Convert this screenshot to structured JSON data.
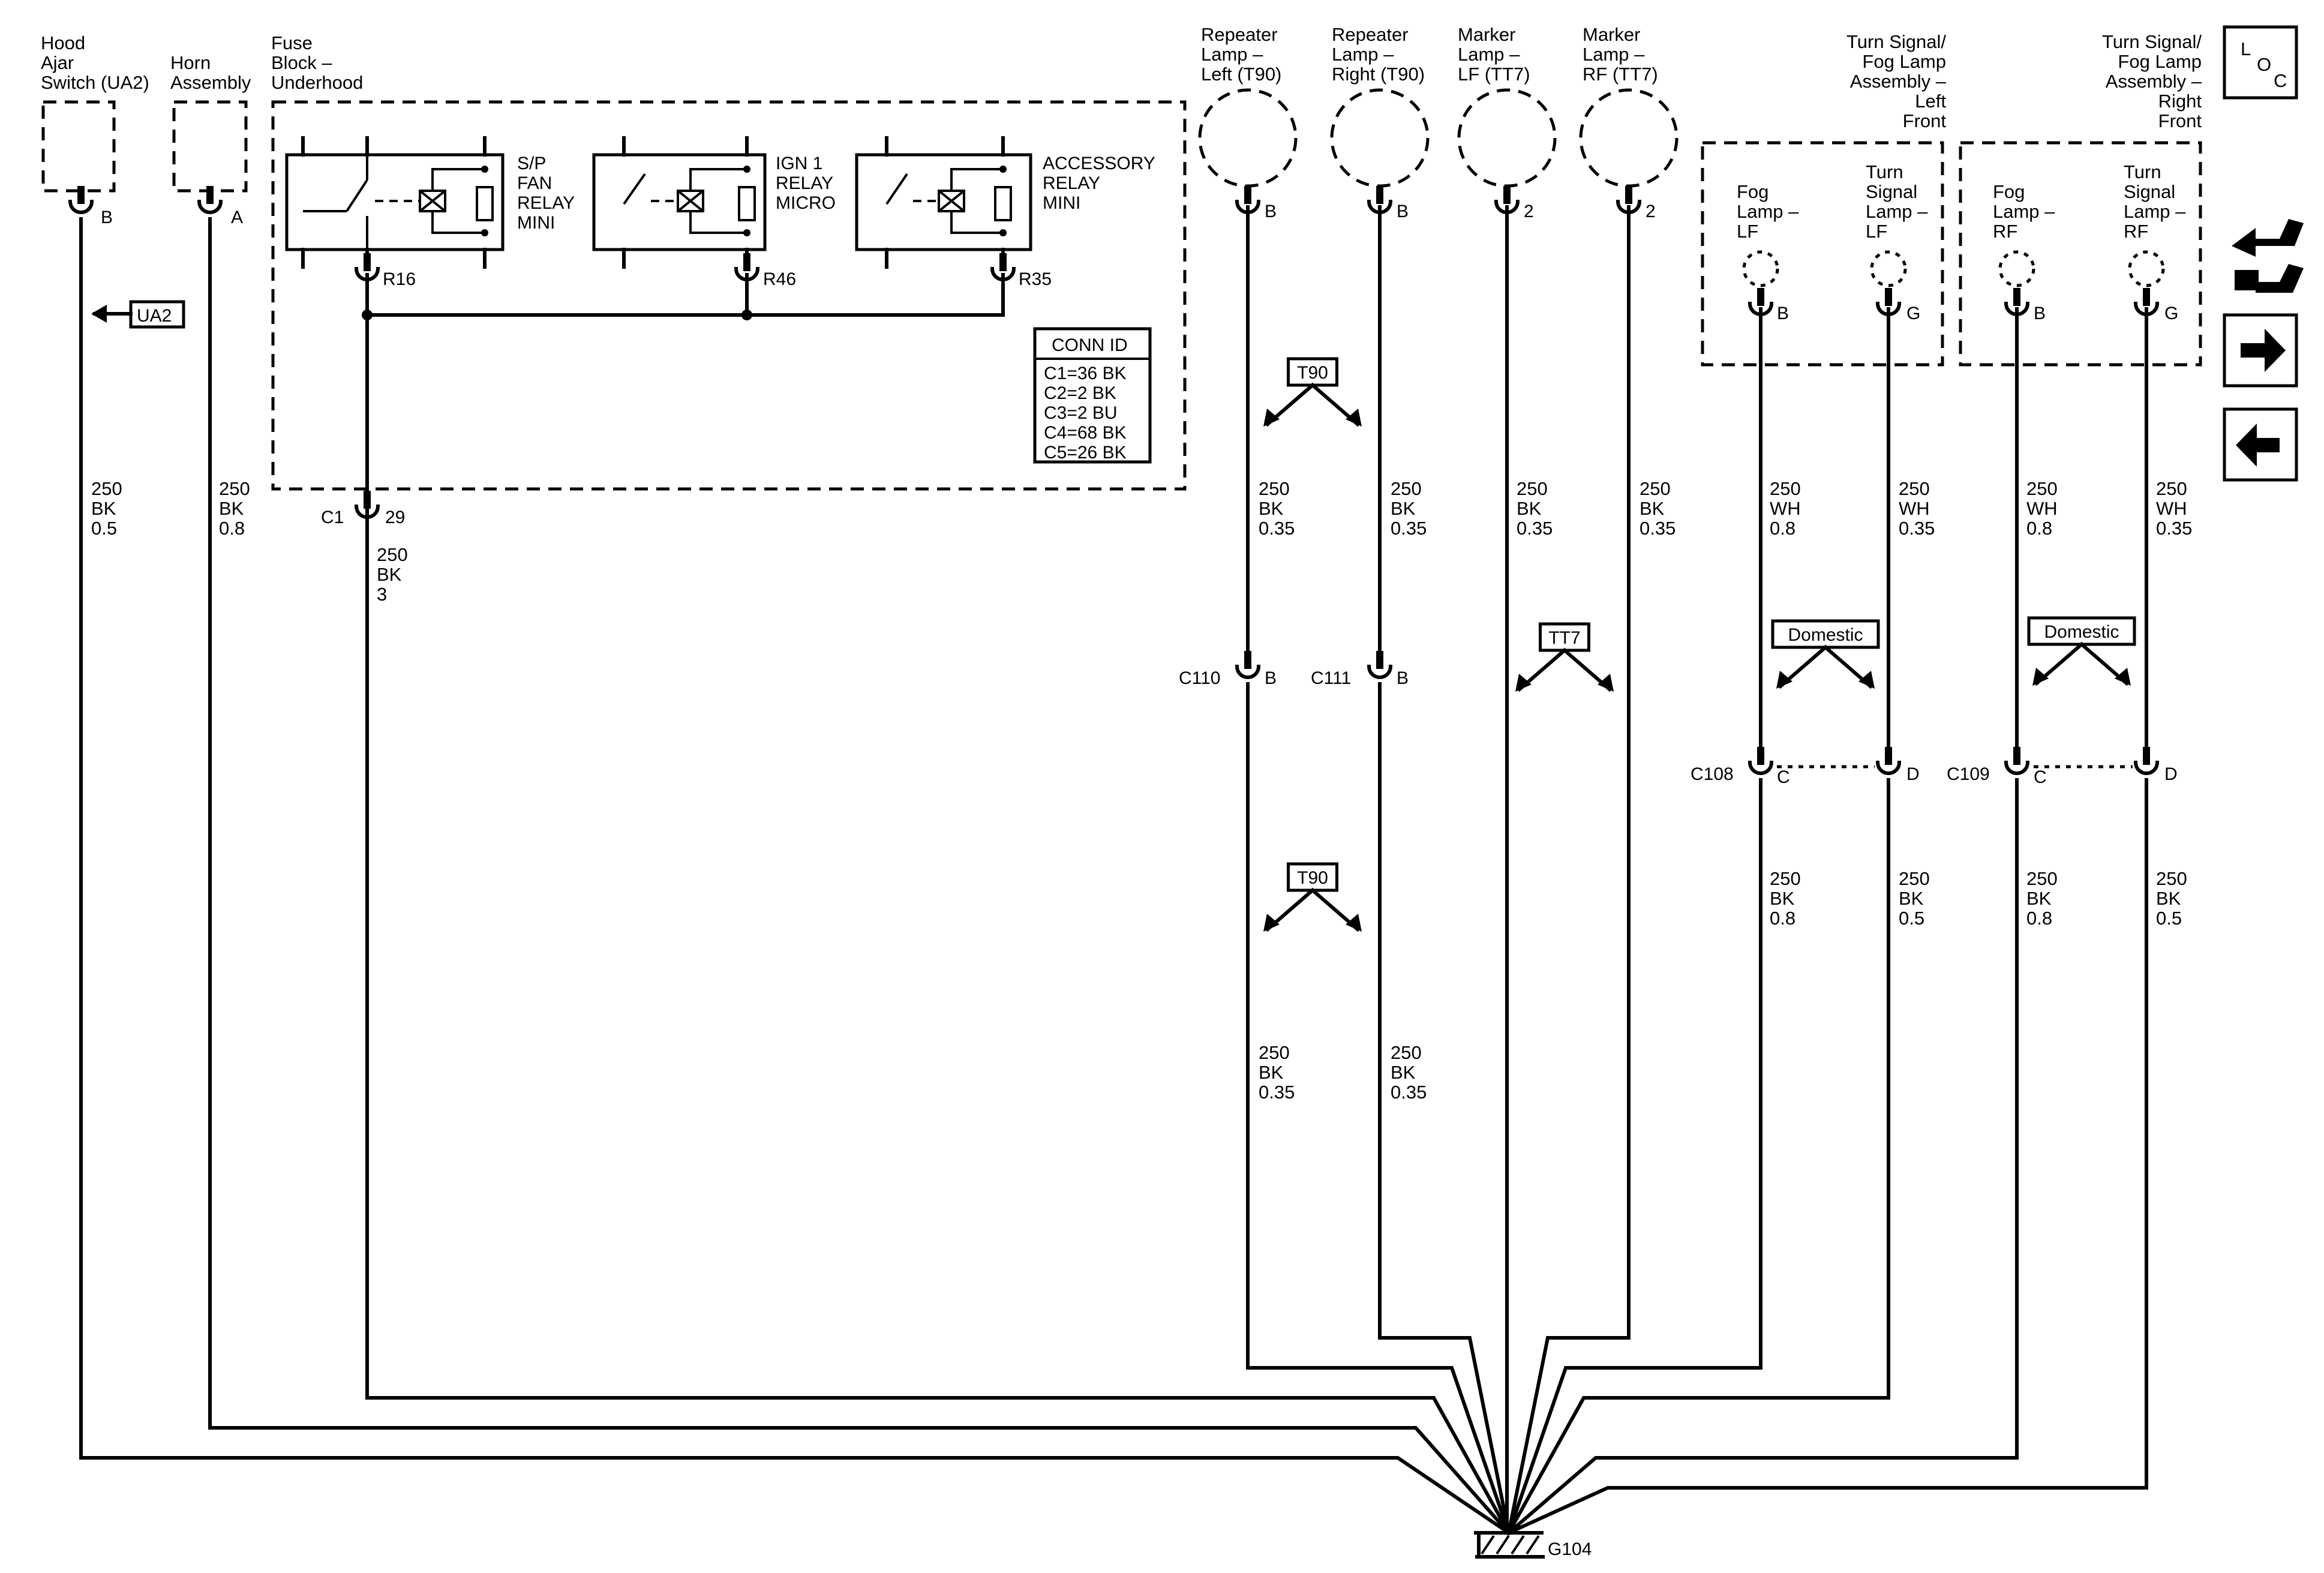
{
  "components": {
    "hood_ajar": [
      "Hood",
      "Ajar",
      "Switch (UA2)"
    ],
    "horn": [
      "Horn",
      "Assembly"
    ],
    "fuse_block": [
      "Fuse",
      "Block –",
      "Underhood"
    ],
    "repeater_left": [
      "Repeater",
      "Lamp –",
      "Left (T90)"
    ],
    "repeater_right": [
      "Repeater",
      "Lamp –",
      "Right (T90)"
    ],
    "marker_lf": [
      "Marker",
      "Lamp –",
      "LF (TT7)"
    ],
    "marker_rf": [
      "Marker",
      "Lamp –",
      "RF (TT7)"
    ],
    "ts_left": [
      "Turn Signal/",
      "Fog Lamp",
      "Assembly –",
      "Left",
      "Front"
    ],
    "ts_right": [
      "Turn Signal/",
      "Fog Lamp",
      "Assembly –",
      "Right",
      "Front"
    ],
    "fog_lf": [
      "Fog",
      "Lamp –",
      "LF"
    ],
    "turn_lf": [
      "Turn",
      "Signal",
      "Lamp –",
      "LF"
    ],
    "fog_rf": [
      "Fog",
      "Lamp –",
      "RF"
    ],
    "turn_rf": [
      "Turn",
      "Signal",
      "Lamp –",
      "RF"
    ]
  },
  "relays": {
    "sp_fan": [
      "S/P",
      "FAN",
      "RELAY",
      "MINI"
    ],
    "ign1": [
      "IGN 1",
      "RELAY",
      "MICRO"
    ],
    "accessory": [
      "ACCESSORY",
      "RELAY",
      "MINI"
    ]
  },
  "conn_id": {
    "title": "CONN ID",
    "rows": [
      "C1=36 BK",
      "C2=2 BK",
      "C3=2 BU",
      "C4=68 BK",
      "C5=26 BK"
    ]
  },
  "pins": {
    "hood": "B",
    "horn": "A",
    "r16": "R16",
    "r46": "R46",
    "r35": "R35",
    "c1": "C1",
    "c1_pin": "29",
    "rep_l": "B",
    "rep_r": "B",
    "mk_lf": "2",
    "mk_rf": "2",
    "fog_lf": "B",
    "turn_lf": "G",
    "fog_rf": "B",
    "turn_rf": "G",
    "c110": "C110",
    "c110_pin": "B",
    "c111": "C111",
    "c111_pin": "B",
    "c108": "C108",
    "c108_c": "C",
    "c108_d": "D",
    "c109": "C109",
    "c109_c": "C",
    "c109_d": "D",
    "ground": "G104"
  },
  "options": {
    "ua2": "UA2",
    "t90_top": "T90",
    "t90_bottom": "T90",
    "tt7": "TT7",
    "domestic_left": "Domestic",
    "domestic_right": "Domestic"
  },
  "wires": {
    "hood": [
      "250",
      "BK",
      "0.5"
    ],
    "horn": [
      "250",
      "BK",
      "0.8"
    ],
    "fuse": [
      "250",
      "BK",
      "3"
    ],
    "rep_l_top": [
      "250",
      "BK",
      "0.35"
    ],
    "rep_r_top": [
      "250",
      "BK",
      "0.35"
    ],
    "mk_lf": [
      "250",
      "BK",
      "0.35"
    ],
    "mk_rf": [
      "250",
      "BK",
      "0.35"
    ],
    "fog_lf_top": [
      "250",
      "WH",
      "0.8"
    ],
    "turn_lf_top": [
      "250",
      "WH",
      "0.35"
    ],
    "fog_rf_top": [
      "250",
      "WH",
      "0.8"
    ],
    "turn_rf_top": [
      "250",
      "WH",
      "0.35"
    ],
    "fog_lf_bot": [
      "250",
      "BK",
      "0.8"
    ],
    "turn_lf_bot": [
      "250",
      "BK",
      "0.5"
    ],
    "fog_rf_bot": [
      "250",
      "BK",
      "0.8"
    ],
    "turn_rf_bot": [
      "250",
      "BK",
      "0.5"
    ],
    "rep_l_bot": [
      "250",
      "BK",
      "0.35"
    ],
    "rep_r_bot": [
      "250",
      "BK",
      "0.35"
    ]
  },
  "nav": {
    "loc": [
      "L",
      "O",
      "C"
    ],
    "icons": [
      "connector-swap-icon",
      "arrow-right-icon",
      "arrow-left-icon"
    ]
  }
}
